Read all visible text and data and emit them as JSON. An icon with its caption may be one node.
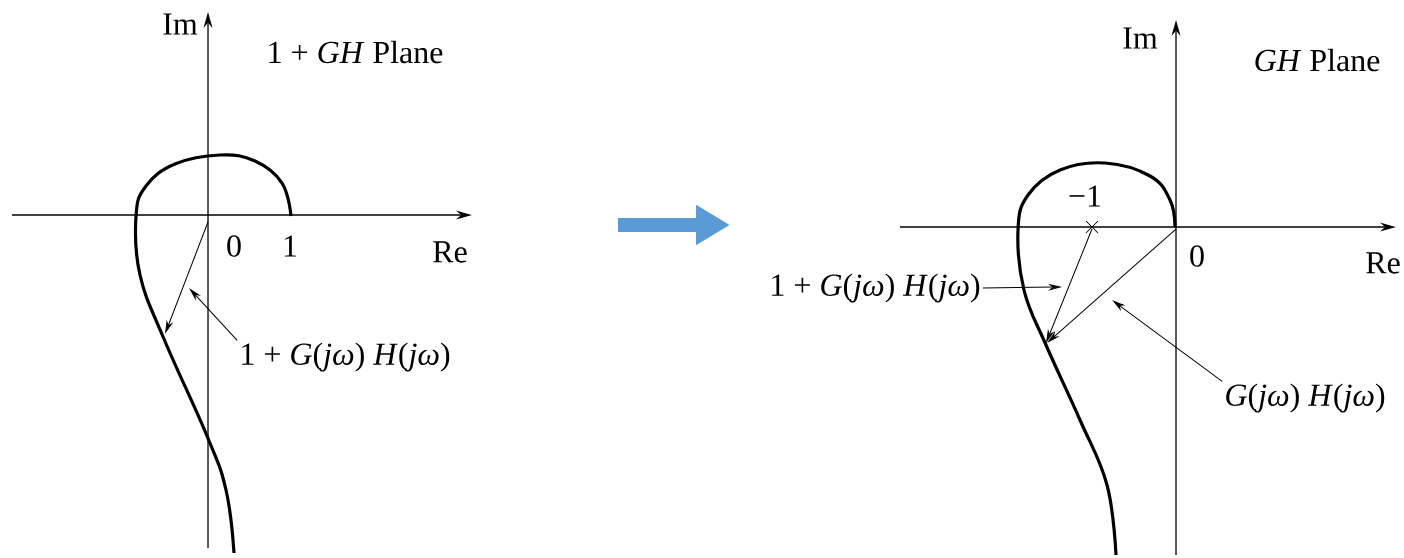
{
  "diagram": {
    "nodes": [
      {
        "text": [
          "1 + *G*(*jω*) *H*(*jω*)"
        ]
      },
      {
        "text": [
          "1 + *G*(*jω*) *H*(*jω*)"
        ]
      },
      {
        "text": [
          "*G*(*jω*) *H*(*jω*)"
        ]
      }
    ],
    "edges": [
      {
        "from": 0,
        "to": null,
        "arrow": "to"
      },
      {
        "from": 1,
        "to": null,
        "arrow": "to"
      },
      {
        "from": 2,
        "to": null,
        "arrow": "to"
      }
    ],
    "labels": [
      "Im",
      "1 + *GH* Plane",
      "0",
      "1",
      "Re",
      "Im",
      "*GH* Plane",
      "−1",
      "0",
      "Re"
    ]
  }
}
